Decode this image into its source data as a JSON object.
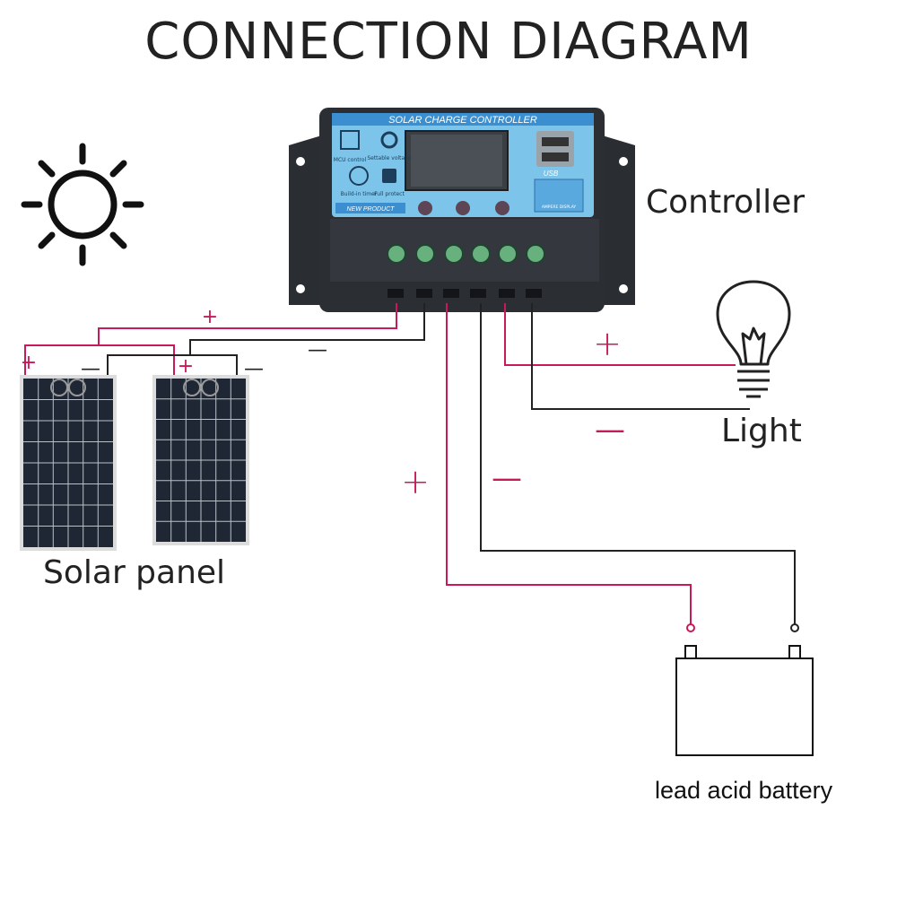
{
  "title": "CONNECTION DIAGRAM",
  "labels": {
    "controller": "Controller",
    "light": "Light",
    "solar_panel": "Solar panel",
    "battery": "lead acid battery"
  },
  "controller_face": {
    "header": "SOLAR CHARGE CONTROLLER",
    "features": [
      "MCU control",
      "Settable voltage",
      "Build-in timer",
      "Full protect"
    ],
    "new_product": "NEW PRODUCT",
    "usb": "USB",
    "display": "AMPERE DISPLAY"
  },
  "signs": {
    "plus": "+",
    "minus": "—"
  },
  "colors": {
    "positive_wire": "#c8195a",
    "negative_wire": "#222222",
    "controller_face": "#7cc4ea",
    "controller_body": "#2b2e33"
  }
}
